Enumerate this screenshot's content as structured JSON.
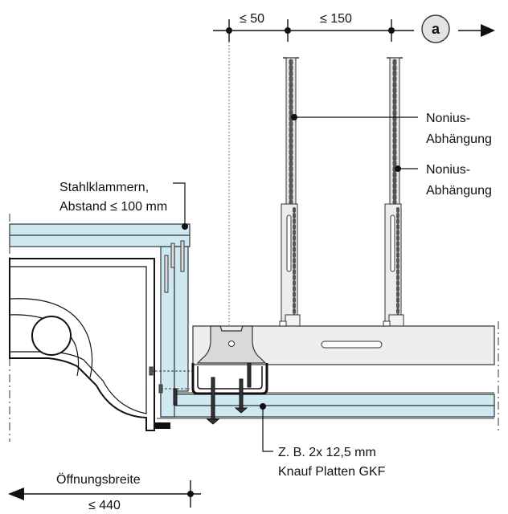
{
  "dimensions": {
    "top_left": "≤ 50",
    "top_right": "≤ 150",
    "bottom_label": "Öffnungsbreite",
    "bottom_value": "≤ 440"
  },
  "callouts": {
    "section_marker": "a",
    "hanger_1_line1": "Nonius-",
    "hanger_1_line2": "Abhängung",
    "hanger_2_line1": "Nonius-",
    "hanger_2_line2": "Abhängung",
    "clamps_line1": "Stahlklammern,",
    "clamps_line2": "Abstand ≤ 100 mm",
    "boards_line1": "Z. B. 2x 12,5 mm",
    "boards_line2": "Knauf Platten GKF"
  },
  "colors": {
    "board_fill": "#cfe9f3",
    "board_edge": "#3a3a3a",
    "channel_fill": "#eeeeee",
    "clip_fill": "#d9d9d9",
    "line": "#111111"
  }
}
